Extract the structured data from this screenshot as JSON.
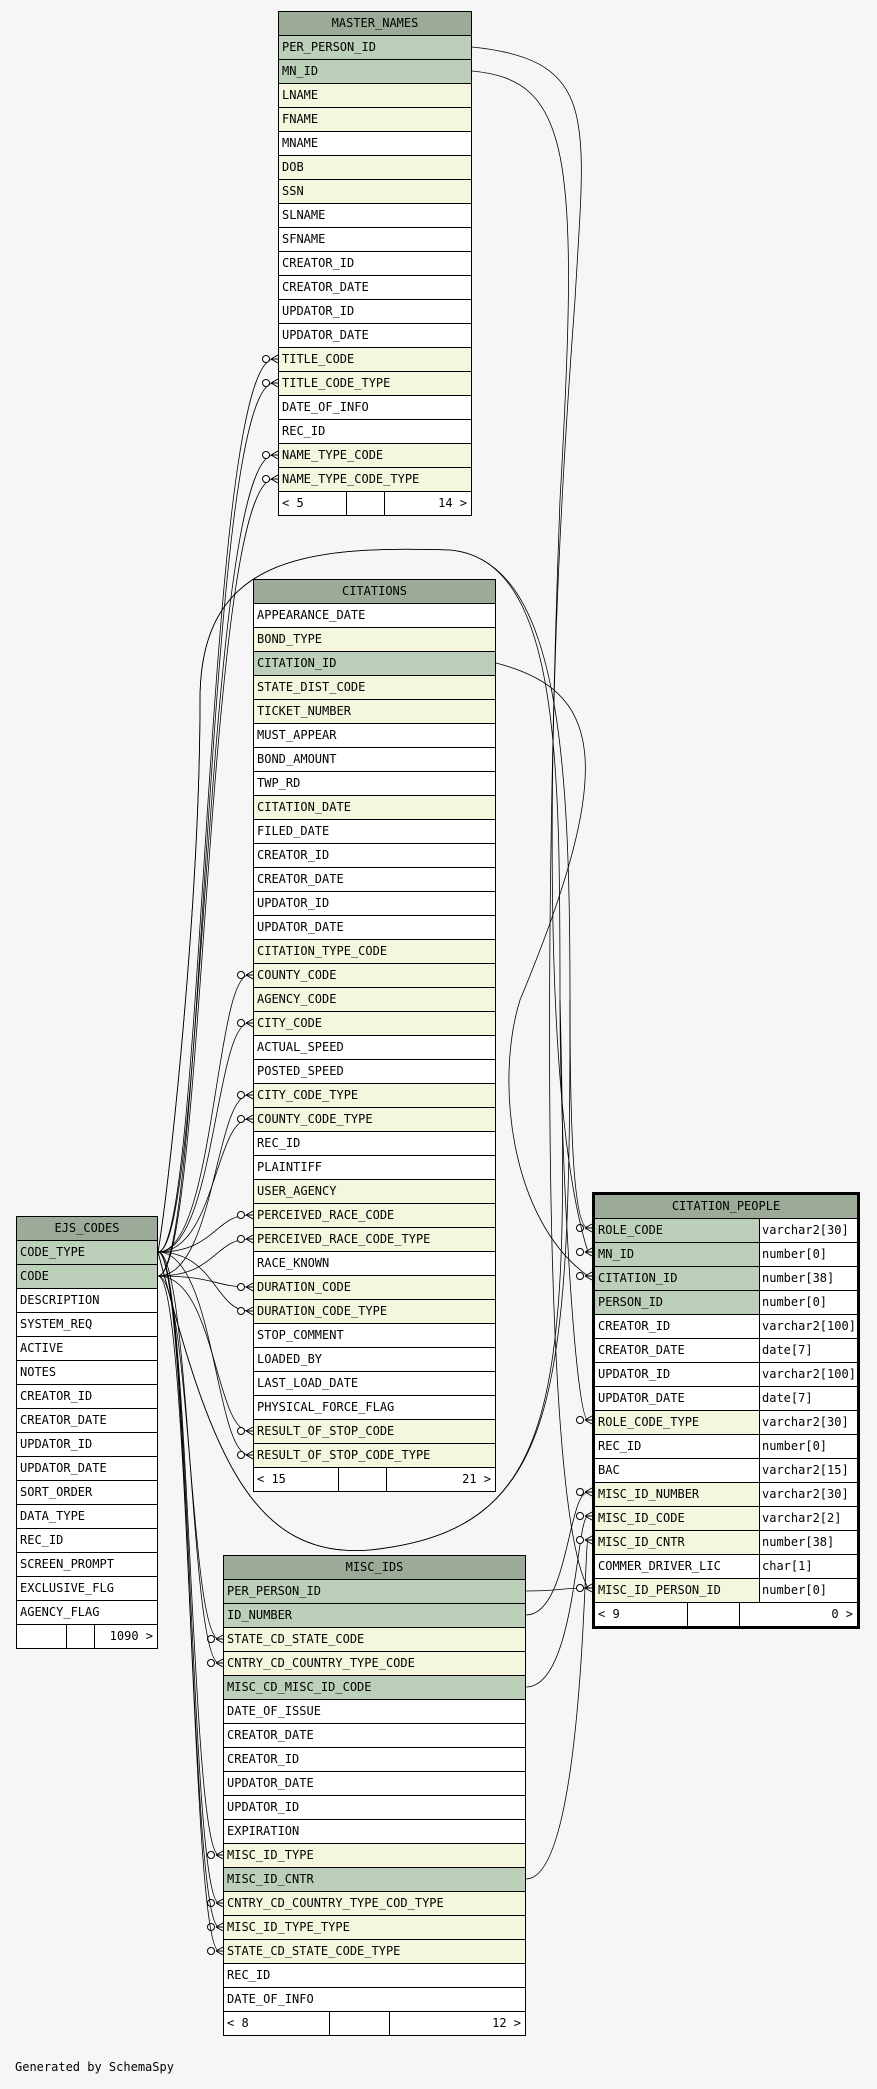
{
  "footer_text": "Generated by SchemaSpy",
  "tables": {
    "master_names": {
      "name": "MASTER_NAMES",
      "columns": [
        {
          "name": "PER_PERSON_ID",
          "kind": "pk"
        },
        {
          "name": "MN_ID",
          "kind": "pk"
        },
        {
          "name": "LNAME",
          "kind": "fk"
        },
        {
          "name": "FNAME",
          "kind": "fk"
        },
        {
          "name": "MNAME",
          "kind": "plain"
        },
        {
          "name": "DOB",
          "kind": "fk"
        },
        {
          "name": "SSN",
          "kind": "fk"
        },
        {
          "name": "SLNAME",
          "kind": "plain"
        },
        {
          "name": "SFNAME",
          "kind": "plain"
        },
        {
          "name": "CREATOR_ID",
          "kind": "plain"
        },
        {
          "name": "CREATOR_DATE",
          "kind": "plain"
        },
        {
          "name": "UPDATOR_ID",
          "kind": "plain"
        },
        {
          "name": "UPDATOR_DATE",
          "kind": "plain"
        },
        {
          "name": "TITLE_CODE",
          "kind": "fk"
        },
        {
          "name": "TITLE_CODE_TYPE",
          "kind": "fk"
        },
        {
          "name": "DATE_OF_INFO",
          "kind": "plain"
        },
        {
          "name": "REC_ID",
          "kind": "plain"
        },
        {
          "name": "NAME_TYPE_CODE",
          "kind": "fk"
        },
        {
          "name": "NAME_TYPE_CODE_TYPE",
          "kind": "fk"
        }
      ],
      "footer": {
        "left": "< 5",
        "right": "14 >"
      }
    },
    "citations": {
      "name": "CITATIONS",
      "columns": [
        {
          "name": "APPEARANCE_DATE",
          "kind": "plain"
        },
        {
          "name": "BOND_TYPE",
          "kind": "fk"
        },
        {
          "name": "CITATION_ID",
          "kind": "pk"
        },
        {
          "name": "STATE_DIST_CODE",
          "kind": "fk"
        },
        {
          "name": "TICKET_NUMBER",
          "kind": "fk"
        },
        {
          "name": "MUST_APPEAR",
          "kind": "plain"
        },
        {
          "name": "BOND_AMOUNT",
          "kind": "plain"
        },
        {
          "name": "TWP_RD",
          "kind": "plain"
        },
        {
          "name": "CITATION_DATE",
          "kind": "fk"
        },
        {
          "name": "FILED_DATE",
          "kind": "plain"
        },
        {
          "name": "CREATOR_ID",
          "kind": "plain"
        },
        {
          "name": "CREATOR_DATE",
          "kind": "plain"
        },
        {
          "name": "UPDATOR_ID",
          "kind": "plain"
        },
        {
          "name": "UPDATOR_DATE",
          "kind": "plain"
        },
        {
          "name": "CITATION_TYPE_CODE",
          "kind": "fk"
        },
        {
          "name": "COUNTY_CODE",
          "kind": "fk"
        },
        {
          "name": "AGENCY_CODE",
          "kind": "fk"
        },
        {
          "name": "CITY_CODE",
          "kind": "fk"
        },
        {
          "name": "ACTUAL_SPEED",
          "kind": "plain"
        },
        {
          "name": "POSTED_SPEED",
          "kind": "plain"
        },
        {
          "name": "CITY_CODE_TYPE",
          "kind": "fk"
        },
        {
          "name": "COUNTY_CODE_TYPE",
          "kind": "fk"
        },
        {
          "name": "REC_ID",
          "kind": "plain"
        },
        {
          "name": "PLAINTIFF",
          "kind": "plain"
        },
        {
          "name": "USER_AGENCY",
          "kind": "fk"
        },
        {
          "name": "PERCEIVED_RACE_CODE",
          "kind": "fk"
        },
        {
          "name": "PERCEIVED_RACE_CODE_TYPE",
          "kind": "fk"
        },
        {
          "name": "RACE_KNOWN",
          "kind": "plain"
        },
        {
          "name": "DURATION_CODE",
          "kind": "fk"
        },
        {
          "name": "DURATION_CODE_TYPE",
          "kind": "fk"
        },
        {
          "name": "STOP_COMMENT",
          "kind": "plain"
        },
        {
          "name": "LOADED_BY",
          "kind": "plain"
        },
        {
          "name": "LAST_LOAD_DATE",
          "kind": "plain"
        },
        {
          "name": "PHYSICAL_FORCE_FLAG",
          "kind": "plain"
        },
        {
          "name": "RESULT_OF_STOP_CODE",
          "kind": "fk"
        },
        {
          "name": "RESULT_OF_STOP_CODE_TYPE",
          "kind": "fk"
        }
      ],
      "footer": {
        "left": "< 15",
        "right": "21 >"
      }
    },
    "ejs_codes": {
      "name": "EJS_CODES",
      "columns": [
        {
          "name": "CODE_TYPE",
          "kind": "pk"
        },
        {
          "name": "CODE",
          "kind": "pk"
        },
        {
          "name": "DESCRIPTION",
          "kind": "plain"
        },
        {
          "name": "SYSTEM_REQ",
          "kind": "plain"
        },
        {
          "name": "ACTIVE",
          "kind": "plain"
        },
        {
          "name": "NOTES",
          "kind": "plain"
        },
        {
          "name": "CREATOR_ID",
          "kind": "plain"
        },
        {
          "name": "CREATOR_DATE",
          "kind": "plain"
        },
        {
          "name": "UPDATOR_ID",
          "kind": "plain"
        },
        {
          "name": "UPDATOR_DATE",
          "kind": "plain"
        },
        {
          "name": "SORT_ORDER",
          "kind": "plain"
        },
        {
          "name": "DATA_TYPE",
          "kind": "plain"
        },
        {
          "name": "REC_ID",
          "kind": "plain"
        },
        {
          "name": "SCREEN_PROMPT",
          "kind": "plain"
        },
        {
          "name": "EXCLUSIVE_FLG",
          "kind": "plain"
        },
        {
          "name": "AGENCY_FLAG",
          "kind": "plain"
        }
      ],
      "footer": {
        "left": "",
        "right": "1090 >"
      }
    },
    "citation_people": {
      "name": "CITATION_PEOPLE",
      "columns": [
        {
          "name": "ROLE_CODE",
          "type": "varchar2[30]",
          "kind": "pk"
        },
        {
          "name": "MN_ID",
          "type": "number[0]",
          "kind": "pk"
        },
        {
          "name": "CITATION_ID",
          "type": "number[38]",
          "kind": "pk"
        },
        {
          "name": "PERSON_ID",
          "type": "number[0]",
          "kind": "pk"
        },
        {
          "name": "CREATOR_ID",
          "type": "varchar2[100]",
          "kind": "plain"
        },
        {
          "name": "CREATOR_DATE",
          "type": "date[7]",
          "kind": "plain"
        },
        {
          "name": "UPDATOR_ID",
          "type": "varchar2[100]",
          "kind": "plain"
        },
        {
          "name": "UPDATOR_DATE",
          "type": "date[7]",
          "kind": "plain"
        },
        {
          "name": "ROLE_CODE_TYPE",
          "type": "varchar2[30]",
          "kind": "fk"
        },
        {
          "name": "REC_ID",
          "type": "number[0]",
          "kind": "plain"
        },
        {
          "name": "BAC",
          "type": "varchar2[15]",
          "kind": "plain"
        },
        {
          "name": "MISC_ID_NUMBER",
          "type": "varchar2[30]",
          "kind": "fk"
        },
        {
          "name": "MISC_ID_CODE",
          "type": "varchar2[2]",
          "kind": "fk"
        },
        {
          "name": "MISC_ID_CNTR",
          "type": "number[38]",
          "kind": "fk"
        },
        {
          "name": "COMMER_DRIVER_LIC",
          "type": "char[1]",
          "kind": "plain"
        },
        {
          "name": "MISC_ID_PERSON_ID",
          "type": "number[0]",
          "kind": "fk"
        }
      ],
      "footer": {
        "left": "< 9",
        "right": "0 >"
      }
    },
    "misc_ids": {
      "name": "MISC_IDS",
      "columns": [
        {
          "name": "PER_PERSON_ID",
          "kind": "pk"
        },
        {
          "name": "ID_NUMBER",
          "kind": "pk"
        },
        {
          "name": "STATE_CD_STATE_CODE",
          "kind": "fk"
        },
        {
          "name": "CNTRY_CD_COUNTRY_TYPE_CODE",
          "kind": "fk"
        },
        {
          "name": "MISC_CD_MISC_ID_CODE",
          "kind": "pk"
        },
        {
          "name": "DATE_OF_ISSUE",
          "kind": "plain"
        },
        {
          "name": "CREATOR_DATE",
          "kind": "plain"
        },
        {
          "name": "CREATOR_ID",
          "kind": "plain"
        },
        {
          "name": "UPDATOR_DATE",
          "kind": "plain"
        },
        {
          "name": "UPDATOR_ID",
          "kind": "plain"
        },
        {
          "name": "EXPIRATION",
          "kind": "plain"
        },
        {
          "name": "MISC_ID_TYPE",
          "kind": "fk"
        },
        {
          "name": "MISC_ID_CNTR",
          "kind": "pk"
        },
        {
          "name": "CNTRY_CD_COUNTRY_TYPE_COD_TYPE",
          "kind": "fk"
        },
        {
          "name": "MISC_ID_TYPE_TYPE",
          "kind": "fk"
        },
        {
          "name": "STATE_CD_STATE_CODE_TYPE",
          "kind": "fk"
        },
        {
          "name": "REC_ID",
          "kind": "plain"
        },
        {
          "name": "DATE_OF_INFO",
          "kind": "plain"
        }
      ],
      "footer": {
        "left": "< 8",
        "right": "12 >"
      }
    }
  }
}
